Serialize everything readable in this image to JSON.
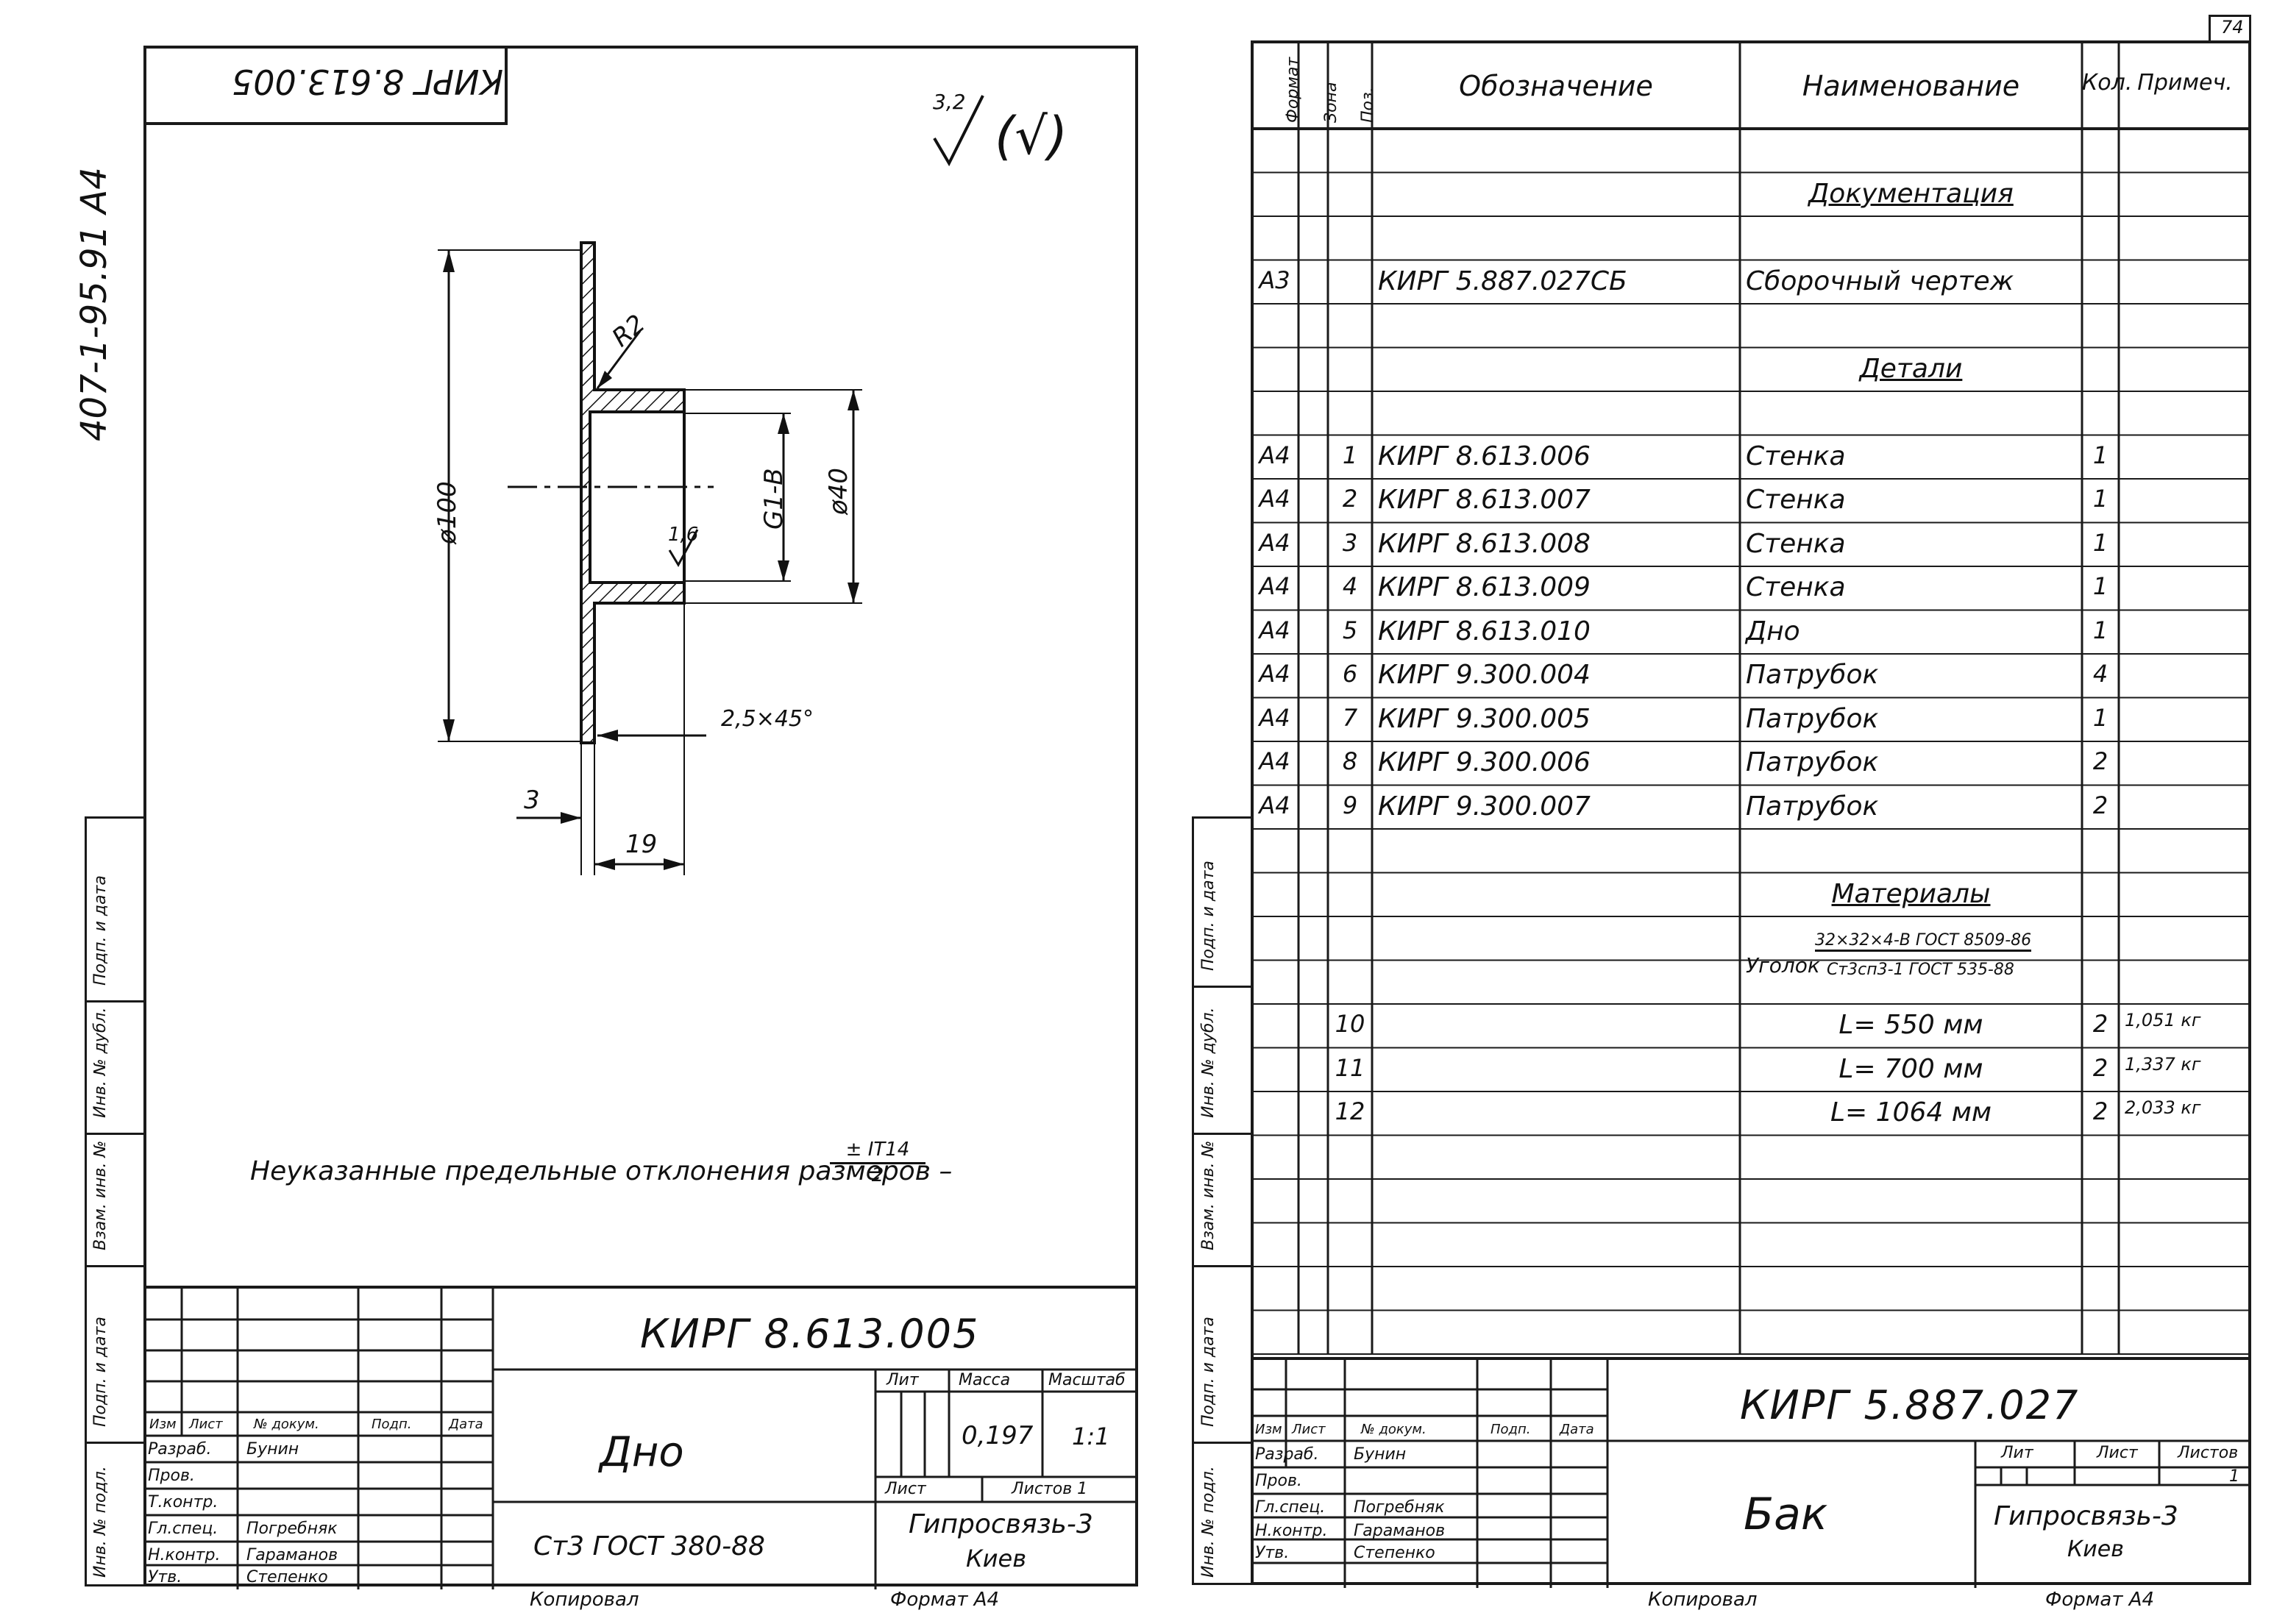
{
  "page_number": "74",
  "left_sheet": {
    "side_code": "407-1-95.91 A4",
    "stamp_top_code": "КИРГ 8.613.005",
    "surface_finish": {
      "main": "3,2",
      "bracket": "(√)"
    },
    "dims": {
      "radius": "R2",
      "height": "ø100",
      "thread": "G1-B",
      "outer_dia": "ø40",
      "roughness": "1,6",
      "chamfer": "2,5×45°",
      "thickness": "3",
      "length": "19"
    },
    "note_text": "Неуказанные предельные отклонения размеров –",
    "note_fraction": {
      "num": "± IT14",
      "den": "2"
    },
    "side_labels": [
      "Подп. и дата",
      "Инв. № дубл.",
      "Взам. инв. №",
      "Подп. и дата",
      "Инв. № подл."
    ],
    "title_block": {
      "code": "КИРГ 8.613.005",
      "name": "Дно",
      "headers": {
        "lit": "Лит",
        "mass": "Масса",
        "scale": "Масштаб",
        "sheet": "Лист",
        "sheets": "Листов 1"
      },
      "mass_value": "0,197",
      "scale_value": "1:1",
      "material": "Ст3 ГОСТ 380-88",
      "org": [
        "Гипросвязь-3",
        "Киев"
      ],
      "col_headers": [
        "Изм",
        "Лист",
        "№ докум.",
        "Подп.",
        "Дата"
      ],
      "roles": [
        {
          "role": "Разраб.",
          "name": "Бунин"
        },
        {
          "role": "Пров.",
          "name": ""
        },
        {
          "role": "Т.контр.",
          "name": ""
        },
        {
          "role": "Гл.спец.",
          "name": "Погребняк"
        },
        {
          "role": "Н.контр.",
          "name": "Гараманов"
        },
        {
          "role": "Утв.",
          "name": "Степенко"
        }
      ]
    },
    "footer_left": "Копировал",
    "footer_right": "Формат А4"
  },
  "right_sheet": {
    "headers": {
      "format": "Формат",
      "zone": "Зона",
      "pos": "Поз.",
      "designation": "Обозначение",
      "name": "Наименование",
      "qty": "Кол.",
      "note": "Примеч."
    },
    "rows": [
      {
        "format": "",
        "zone": "",
        "pos": "",
        "designation": "",
        "name": "",
        "qty": "",
        "note": ""
      },
      {
        "format": "",
        "zone": "",
        "pos": "",
        "designation": "",
        "name": "Документация",
        "qty": "",
        "note": "",
        "section": true
      },
      {
        "format": "",
        "zone": "",
        "pos": "",
        "designation": "",
        "name": "",
        "qty": "",
        "note": ""
      },
      {
        "format": "А3",
        "zone": "",
        "pos": "",
        "designation": "КИРГ 5.887.027СБ",
        "name": "Сборочный чертеж",
        "qty": "",
        "note": ""
      },
      {
        "format": "",
        "zone": "",
        "pos": "",
        "designation": "",
        "name": "",
        "qty": "",
        "note": ""
      },
      {
        "format": "",
        "zone": "",
        "pos": "",
        "designation": "",
        "name": "Детали",
        "qty": "",
        "note": "",
        "section": true
      },
      {
        "format": "",
        "zone": "",
        "pos": "",
        "designation": "",
        "name": "",
        "qty": "",
        "note": ""
      },
      {
        "format": "А4",
        "zone": "",
        "pos": "1",
        "designation": "КИРГ 8.613.006",
        "name": "Стенка",
        "qty": "1",
        "note": ""
      },
      {
        "format": "А4",
        "zone": "",
        "pos": "2",
        "designation": "КИРГ 8.613.007",
        "name": "Стенка",
        "qty": "1",
        "note": ""
      },
      {
        "format": "А4",
        "zone": "",
        "pos": "3",
        "designation": "КИРГ 8.613.008",
        "name": "Стенка",
        "qty": "1",
        "note": ""
      },
      {
        "format": "А4",
        "zone": "",
        "pos": "4",
        "designation": "КИРГ 8.613.009",
        "name": "Стенка",
        "qty": "1",
        "note": ""
      },
      {
        "format": "А4",
        "zone": "",
        "pos": "5",
        "designation": "КИРГ 8.613.010",
        "name": "Дно",
        "qty": "1",
        "note": ""
      },
      {
        "format": "А4",
        "zone": "",
        "pos": "6",
        "designation": "КИРГ 9.300.004",
        "name": "Патрубок",
        "qty": "4",
        "note": ""
      },
      {
        "format": "А4",
        "zone": "",
        "pos": "7",
        "designation": "КИРГ 9.300.005",
        "name": "Патрубок",
        "qty": "1",
        "note": ""
      },
      {
        "format": "А4",
        "zone": "",
        "pos": "8",
        "designation": "КИРГ 9.300.006",
        "name": "Патрубок",
        "qty": "2",
        "note": ""
      },
      {
        "format": "А4",
        "zone": "",
        "pos": "9",
        "designation": "КИРГ 9.300.007",
        "name": "Патрубок",
        "qty": "2",
        "note": ""
      },
      {
        "format": "",
        "zone": "",
        "pos": "",
        "designation": "",
        "name": "",
        "qty": "",
        "note": ""
      },
      {
        "format": "",
        "zone": "",
        "pos": "",
        "designation": "",
        "name": "Материалы",
        "qty": "",
        "note": "",
        "section": true
      },
      {
        "format": "",
        "zone": "",
        "pos": "",
        "designation": "",
        "name": "",
        "qty": "",
        "note": ""
      },
      {
        "format": "",
        "zone": "",
        "pos": "",
        "designation": "",
        "name": "",
        "qty": "",
        "note": "",
        "ugolok": true
      },
      {
        "format": "",
        "zone": "",
        "pos": "10",
        "designation": "",
        "name": "L= 550 мм",
        "qty": "2",
        "note": "1,051 кг"
      },
      {
        "format": "",
        "zone": "",
        "pos": "11",
        "designation": "",
        "name": "L= 700 мм",
        "qty": "2",
        "note": "1,337 кг"
      },
      {
        "format": "",
        "zone": "",
        "pos": "12",
        "designation": "",
        "name": "L= 1064 мм",
        "qty": "2",
        "note": "2,033 кг"
      },
      {
        "format": "",
        "zone": "",
        "pos": "",
        "designation": "",
        "name": "",
        "qty": "",
        "note": ""
      },
      {
        "format": "",
        "zone": "",
        "pos": "",
        "designation": "",
        "name": "",
        "qty": "",
        "note": ""
      },
      {
        "format": "",
        "zone": "",
        "pos": "",
        "designation": "",
        "name": "",
        "qty": "",
        "note": ""
      },
      {
        "format": "",
        "zone": "",
        "pos": "",
        "designation": "",
        "name": "",
        "qty": "",
        "note": ""
      },
      {
        "format": "",
        "zone": "",
        "pos": "",
        "designation": "",
        "name": "",
        "qty": "",
        "note": ""
      }
    ],
    "ugolok": {
      "label": "Уголок",
      "num": "32×32×4-В ГОСТ 8509-86",
      "den": "Ст3сп3-1 ГОСТ 535-88"
    },
    "side_labels": [
      "Подп. и дата",
      "Инв. № дубл.",
      "Взам. инв. №",
      "Подп. и дата",
      "Инв. № подл."
    ],
    "title_block": {
      "code": "КИРГ 5.887.027",
      "name": "Бак",
      "headers": {
        "lit": "Лит",
        "sheet": "Лист",
        "sheets": "Листов"
      },
      "sheets_value": "1",
      "org": [
        "Гипросвязь-3",
        "Киев"
      ],
      "col_headers": [
        "Изм",
        "Лист",
        "№ докум.",
        "Подп.",
        "Дата"
      ],
      "roles": [
        {
          "role": "Разраб.",
          "name": "Бунин"
        },
        {
          "role": "Пров.",
          "name": ""
        },
        {
          "role": "Гл.спец.",
          "name": "Погребняк"
        },
        {
          "role": "Н.контр.",
          "name": "Гараманов"
        },
        {
          "role": "Утв.",
          "name": "Степенко"
        }
      ]
    },
    "footer_left": "Копировал",
    "footer_right": "Формат А4"
  }
}
